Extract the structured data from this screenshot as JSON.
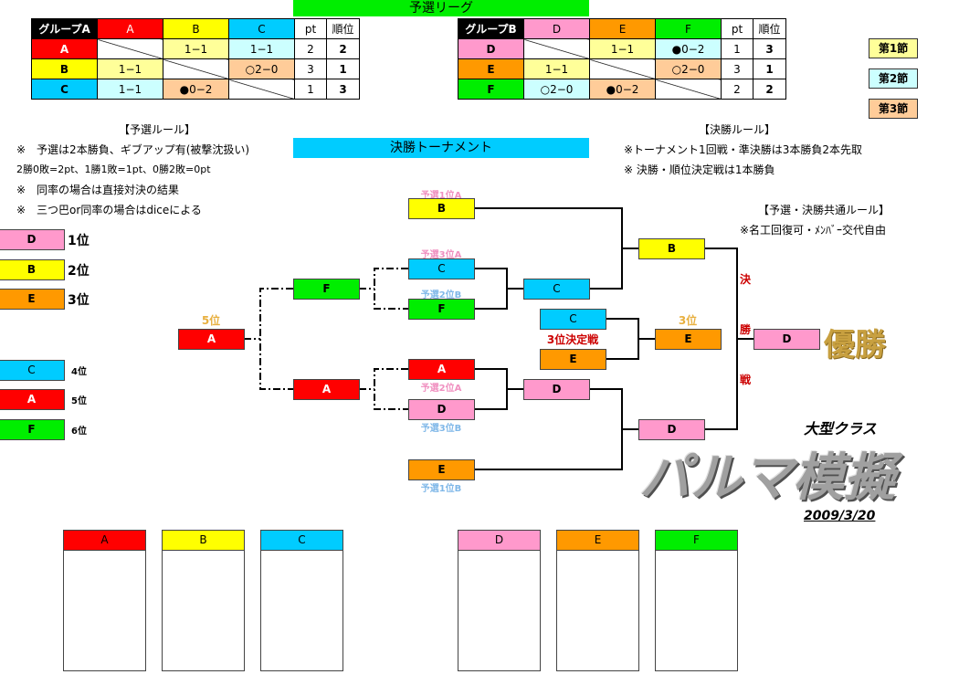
{
  "colors": {
    "A": "#ff0000",
    "B": "#ffff00",
    "C": "#00ccff",
    "D": "#ff99cc",
    "E": "#ff9900",
    "F": "#00ee00",
    "round1": "#ffff99",
    "round2": "#ccffff",
    "round3": "#ffcc99"
  },
  "league_title": "予選リーグ",
  "tournament_title": "決勝トーナメント",
  "groupA": {
    "label": "グループA",
    "cols": [
      "A",
      "B",
      "C"
    ],
    "pt_label": "pt",
    "rank_label": "順位",
    "rows": [
      {
        "team": "A",
        "cells": [
          "",
          "1−1",
          "1−1"
        ],
        "pt": "2",
        "rank": "2"
      },
      {
        "team": "B",
        "cells": [
          "1−1",
          "",
          "○2−0"
        ],
        "pt": "3",
        "rank": "1"
      },
      {
        "team": "C",
        "cells": [
          "1−1",
          "●0−2",
          ""
        ],
        "pt": "1",
        "rank": "3"
      }
    ]
  },
  "groupB": {
    "label": "グループB",
    "cols": [
      "D",
      "E",
      "F"
    ],
    "pt_label": "pt",
    "rank_label": "順位",
    "rows": [
      {
        "team": "D",
        "cells": [
          "",
          "1−1",
          "●0−2"
        ],
        "pt": "1",
        "rank": "3"
      },
      {
        "team": "E",
        "cells": [
          "1−1",
          "",
          "○2−0"
        ],
        "pt": "3",
        "rank": "1"
      },
      {
        "team": "F",
        "cells": [
          "○2−0",
          "●0−2",
          ""
        ],
        "pt": "2",
        "rank": "2"
      }
    ]
  },
  "legend": [
    "第1節",
    "第2節",
    "第3節"
  ],
  "prelim_rules": {
    "title": "【予選ルール】",
    "lines": [
      "※　予選は2本勝負、ギブアップ有(被撃沈扱い)",
      "2勝0敗=2pt、1勝1敗=1pt、0勝2敗=0pt",
      "※　同率の場合は直接対決の結果",
      "※　三つ巴or同率の場合はdiceによる"
    ]
  },
  "final_rules": {
    "title": "【決勝ルール】",
    "lines": [
      "※トーナメント1回戦・準決勝は3本勝負2本先取",
      "※ 決勝・順位決定戦は1本勝負"
    ]
  },
  "common_rules": {
    "title": "【予選・決勝共通ルール】",
    "line": "※名工回復可・ﾒﾝﾊﾞｰ交代自由"
  },
  "standings": [
    {
      "team": "D",
      "place": "1位"
    },
    {
      "team": "B",
      "place": "2位"
    },
    {
      "team": "E",
      "place": "3位"
    },
    {
      "team": "C",
      "place": "4位"
    },
    {
      "team": "A",
      "place": "5位"
    },
    {
      "team": "F",
      "place": "6位"
    }
  ],
  "bracket": {
    "fifth_label": "5位",
    "fifth": "A",
    "cons1": "F",
    "cons2": "A",
    "r1": [
      {
        "team": "B",
        "seed": "予選1位A"
      },
      {
        "team": "C",
        "seed": "予選3位A"
      },
      {
        "team": "F",
        "seed": "予選2位B"
      },
      {
        "team": "A",
        "seed": "予選2位A"
      },
      {
        "team": "D",
        "seed": "予選3位B"
      },
      {
        "team": "E",
        "seed": "予選1位B"
      }
    ],
    "r2": [
      "C",
      "D"
    ],
    "semi": [
      "B",
      "D"
    ],
    "third_match": {
      "label": "3位決定戦",
      "teams": [
        "C",
        "E"
      ],
      "winner_label": "3位",
      "winner": "E"
    },
    "final_chars": [
      "決",
      "勝",
      "戦"
    ],
    "champion": "D",
    "champion_label": "優勝"
  },
  "event": {
    "class": "大型クラス",
    "name": "パルマ模擬",
    "date": "2009/3/20"
  },
  "teams": [
    "A",
    "B",
    "C",
    "D",
    "E",
    "F"
  ]
}
